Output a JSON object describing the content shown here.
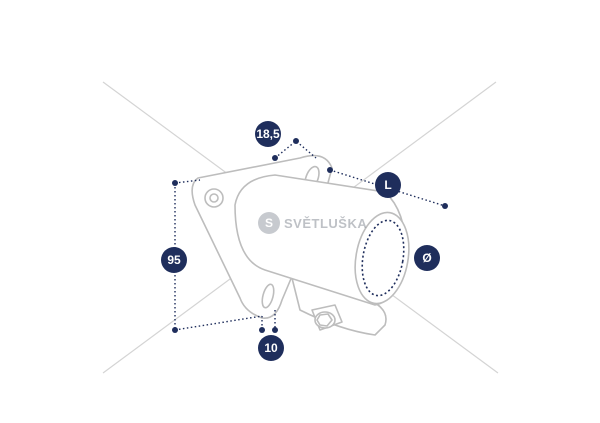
{
  "dimensions": {
    "offset": "18,5",
    "length": "L",
    "diameter": "Ø",
    "height": "95",
    "slot": "10"
  },
  "watermark": {
    "brand": "SVĚTLUŠKA",
    "logo_letter": "S"
  },
  "colors": {
    "badge": "#1f2e5c",
    "outline": "#b8b8b8",
    "guide": "#d0d0d0"
  }
}
